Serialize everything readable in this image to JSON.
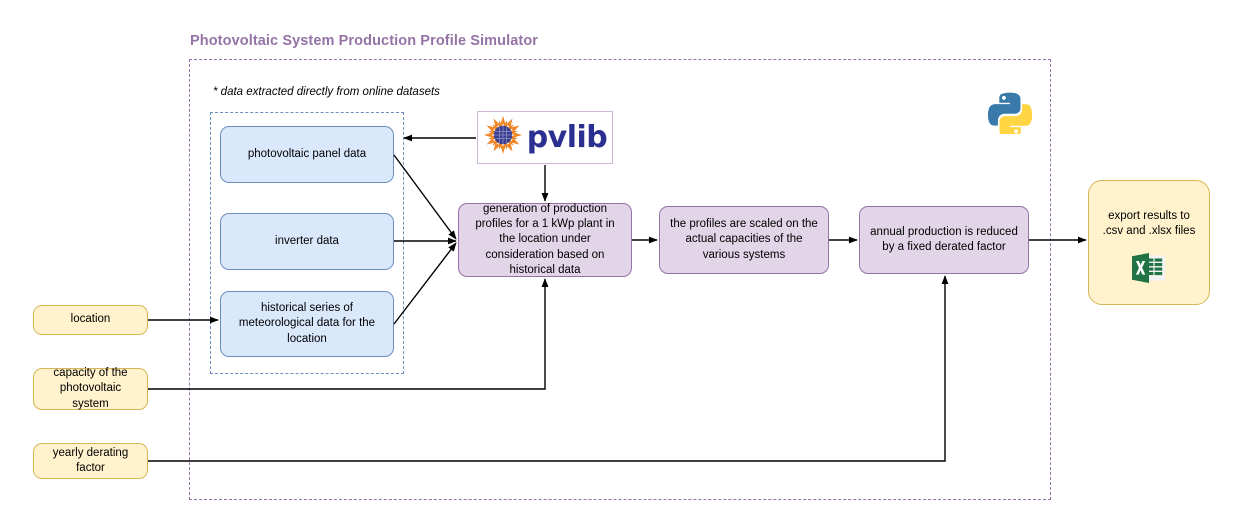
{
  "diagram": {
    "title": "Photovoltaic System Production Profile Simulator",
    "note": "* data extracted directly from online datasets",
    "colors": {
      "title": "#9673a6",
      "outer_boundary": "#9673a6",
      "datasets_boundary": "#6c8ebf",
      "data_fill": "#dae8fc",
      "data_stroke": "#6c8ebf",
      "process_fill": "#e1d5e7",
      "process_stroke": "#9673a6",
      "input_fill": "#fff2cc",
      "input_stroke": "#d6b656",
      "connector": "#000000",
      "excel_green": "#217346",
      "python_blue": "#3a7aab",
      "python_yellow": "#ffd544",
      "pvlib_text": "#2b2f8f",
      "pvlib_sun": "#f0882a"
    }
  },
  "datasets": {
    "panel_data": "photovoltaic panel data",
    "inverter_data": "inverter data",
    "historical_data": "historical series of meteorological data for the location"
  },
  "process": {
    "generation": "generation of production profiles for a 1 kWp plant in the location under consideration based on historical data",
    "scaled": "the profiles are scaled on the actual capacities of the various systems",
    "derated": "annual production is reduced by a fixed derated factor"
  },
  "inputs": {
    "location": "location",
    "capacity": "capacity of the photovoltaic system",
    "derating": "yearly derating factor"
  },
  "output": {
    "export": "export results to .csv and .xlsx files"
  },
  "logos": {
    "pvlib_word": "pvlib",
    "pvlib_name": "pvlib-logo",
    "python_name": "python-logo",
    "excel_name": "excel-icon"
  }
}
